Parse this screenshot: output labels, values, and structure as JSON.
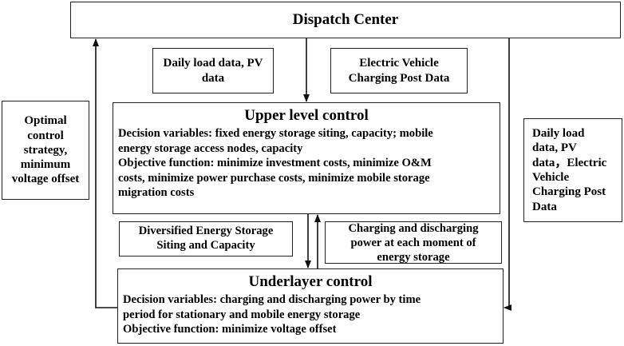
{
  "dispatch_center": {
    "title": "Dispatch Center"
  },
  "inputs": {
    "daily_load_pv": [
      "Daily load data, PV",
      "data"
    ],
    "ev_charging_post": [
      "Electric Vehicle",
      "Charging Post Data"
    ]
  },
  "left_feedback": {
    "lines": [
      "Optimal",
      "control",
      "strategy,",
      "minimum",
      "voltage offset"
    ]
  },
  "right_feed": {
    "lines": [
      "Daily load",
      "data, PV",
      "data，Electric",
      "Vehicle",
      "Charging Post",
      "Data"
    ]
  },
  "upper_level": {
    "title": "Upper level control",
    "lines": [
      "Decision variables: fixed energy storage siting, capacity; mobile",
      "energy storage access nodes, capacity",
      "Objective function: minimize investment costs, minimize O&M",
      "costs, minimize power purchase costs, minimize mobile storage",
      "migration costs"
    ]
  },
  "storage_siting": {
    "lines": [
      "Diversified Energy Storage",
      "Siting and Capacity"
    ]
  },
  "charging_power": {
    "lines": [
      "Charging and discharging",
      "power at each moment of",
      "energy storage"
    ]
  },
  "underlayer": {
    "title": "Underlayer control",
    "lines": [
      "Decision variables: charging and discharging power by time",
      "period for stationary and mobile energy storage",
      "Objective function: minimize voltage offset"
    ]
  }
}
